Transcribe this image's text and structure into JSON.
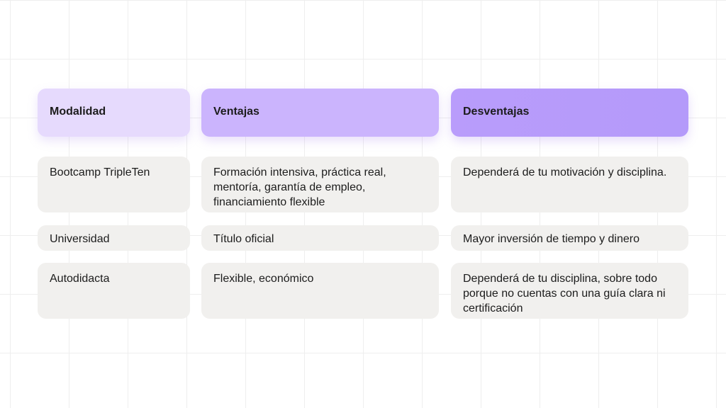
{
  "table": {
    "headers": [
      "Modalidad",
      "Ventajas",
      "Desventajas"
    ],
    "rows": [
      {
        "modalidad": "Bootcamp TripleTen",
        "ventajas": "Formación intensiva, práctica real, mentoría, garantía de empleo, financiamiento flexible",
        "desventajas": "Dependerá de tu motivación y disciplina."
      },
      {
        "modalidad": "Universidad",
        "ventajas": "Título oficial",
        "desventajas": "Mayor inversión de tiempo y dinero"
      },
      {
        "modalidad": "Autodidacta",
        "ventajas": "Flexible, económico",
        "desventajas": "Dependerá de tu disciplina, sobre todo porque no cuentas con una guía clara ni certificación"
      }
    ]
  },
  "colors": {
    "header_1": "#e6dafd",
    "header_2": "#cbb4fd",
    "header_3": "#b99cfb",
    "cell_bg": "#f1f0ee",
    "text": "#1c1c1c"
  }
}
